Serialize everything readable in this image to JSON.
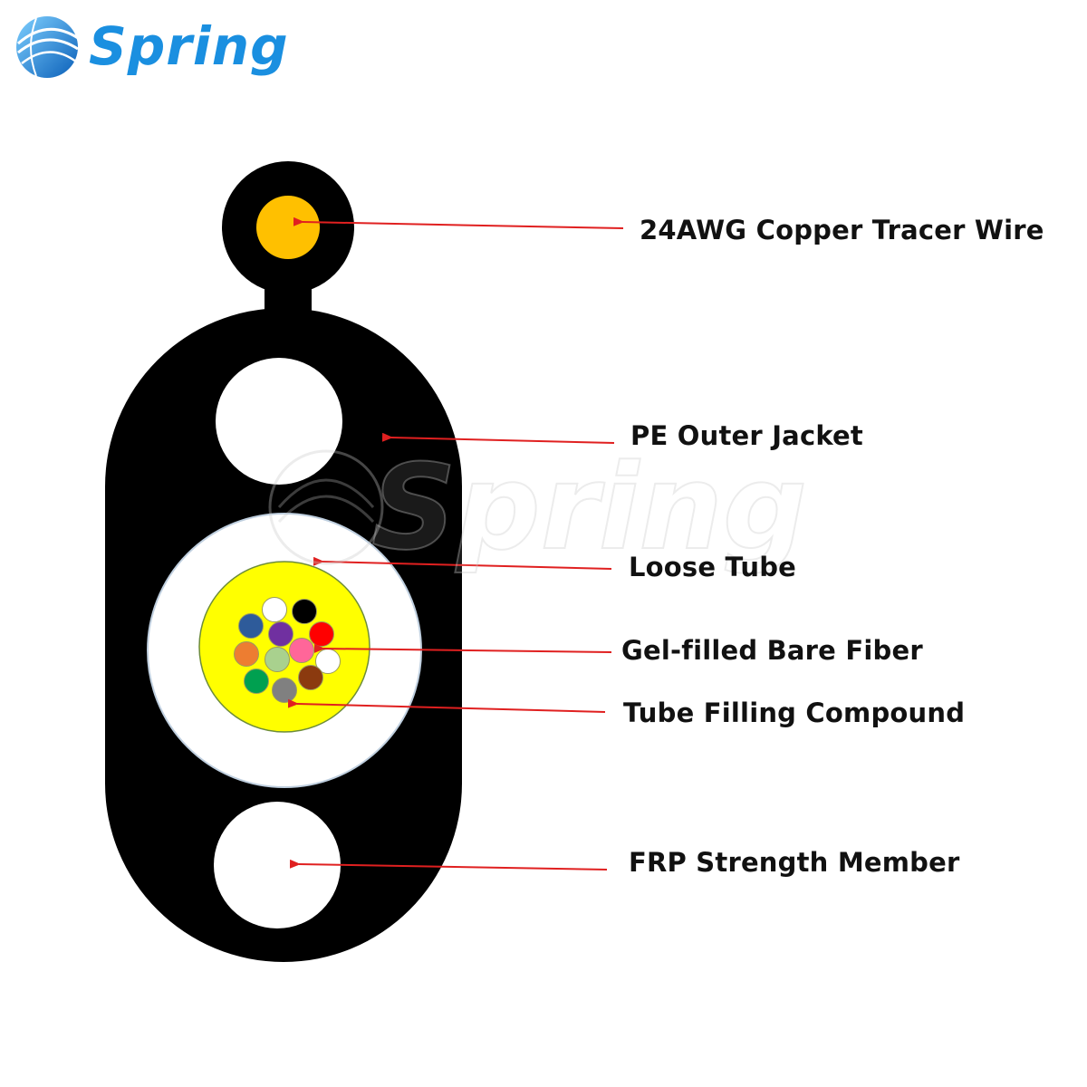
{
  "brand": {
    "name": "Spring",
    "color": "#1a8fe0"
  },
  "watermark": {
    "text": "Spring"
  },
  "labels": {
    "tracer_wire": "24AWG Copper Tracer Wire",
    "outer_jacket": "PE Outer Jacket",
    "loose_tube": "Loose Tube",
    "bare_fiber": "Gel-filled Bare Fiber",
    "filling_compound": "Tube Filling Compound",
    "strength_member": "FRP Strength Member"
  },
  "colors": {
    "jacket": "#000000",
    "tracer_wire": "#ffc000",
    "loose_tube": "#ffffff",
    "filling_compound": "#ffff00",
    "arrow": "#e02020",
    "fibers": [
      "#ffffff",
      "#000000",
      "#2e5b9a",
      "#7030a0",
      "#ff0000",
      "#ed7d31",
      "#a9d18e",
      "#ff6699",
      "#ffffff",
      "#00a050",
      "#8b3a0f",
      "#808080"
    ]
  }
}
